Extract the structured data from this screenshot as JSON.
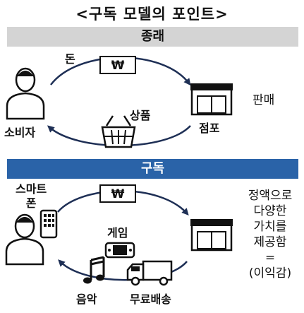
{
  "title": "<구독 모델의 포인트>",
  "sections": {
    "traditional": {
      "header": "종래",
      "money": "돈",
      "goods": "상품",
      "consumer": "소비자",
      "store": "점포",
      "action": "판매"
    },
    "subscription": {
      "header": "구독",
      "smartphone": "스마트\n폰",
      "game": "게임",
      "music": "음악",
      "shipping": "무료배송",
      "value_lines": [
        "정액으로",
        "다양한",
        "가치를",
        "제공함",
        "=",
        "(이익감)"
      ]
    }
  },
  "colors": {
    "accent_blue": "#2a63a8",
    "header_gray": "#d4d4d4",
    "arrow_navy": "#1e2f55"
  },
  "icons": [
    "person-icon",
    "store-icon",
    "won-bill-icon",
    "shopping-basket-icon",
    "smartphone-icon",
    "game-console-icon",
    "music-note-icon",
    "delivery-truck-icon"
  ]
}
